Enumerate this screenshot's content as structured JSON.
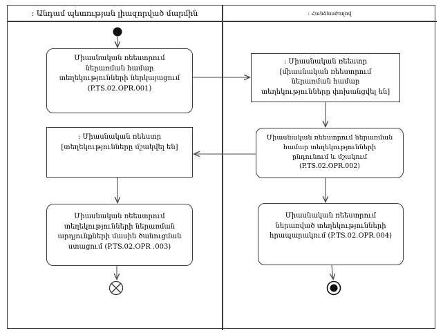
{
  "diagram": {
    "type": "uml-activity-swimlane",
    "lanes": [
      {
        "title": ": Անդամ պետության լիազորված մարմին"
      },
      {
        "title": ": Հանձնաժողով"
      }
    ],
    "nodes": {
      "action1": {
        "label": "Միասնական ռեեստրում ներառման համար տեղեկությունների ներկայացում (P.TS.02.OPR.001)",
        "lane": 0,
        "kind": "action"
      },
      "object1": {
        "label": ": Միասնական ռեեստր [միասնական ռեեստրում ներառման համար տեղեկությունները փոխանցվել են]",
        "lane": 1,
        "kind": "object"
      },
      "action2": {
        "label": "Միասնական ռեեստրում ներառման համար տեղեկությունների ընդունում և մշակում (P.TS.02.OPR.002)",
        "lane": 1,
        "kind": "action"
      },
      "object2": {
        "label": ": Միասնական ռեեստր [տեղեկությունները մշակվել են]",
        "lane": 0,
        "kind": "object"
      },
      "action3": {
        "label": "Միասնական ռեեստրում տեղեկությունների ներառման արդյունքների մասին ծանուցման ստացում (P.TS.02.OPR .003)",
        "lane": 0,
        "kind": "action"
      },
      "action4": {
        "label": "Միասնական ռեեստրում ներառված տեղեկությունների հրապարակում (P.TS.02.OPR.004)",
        "lane": 1,
        "kind": "action"
      }
    },
    "control_nodes": {
      "initial": {
        "lane": 0
      },
      "flow_final": {
        "lane": 0
      },
      "activity_final": {
        "lane": 1
      }
    },
    "flows": [
      {
        "from": "initial",
        "to": "action1"
      },
      {
        "from": "action1",
        "to": "object1"
      },
      {
        "from": "object1",
        "to": "action2"
      },
      {
        "from": "action2",
        "to": "object2"
      },
      {
        "from": "action2",
        "to": "action4"
      },
      {
        "from": "object2",
        "to": "action3"
      },
      {
        "from": "action3",
        "to": "flow_final"
      },
      {
        "from": "action4",
        "to": "activity_final"
      }
    ],
    "colors": {
      "border": "#3c3c3c",
      "arrow": "#4a4a4a",
      "node_fill": "#ffffff",
      "background": "#ffffff",
      "text": "#000000"
    }
  }
}
